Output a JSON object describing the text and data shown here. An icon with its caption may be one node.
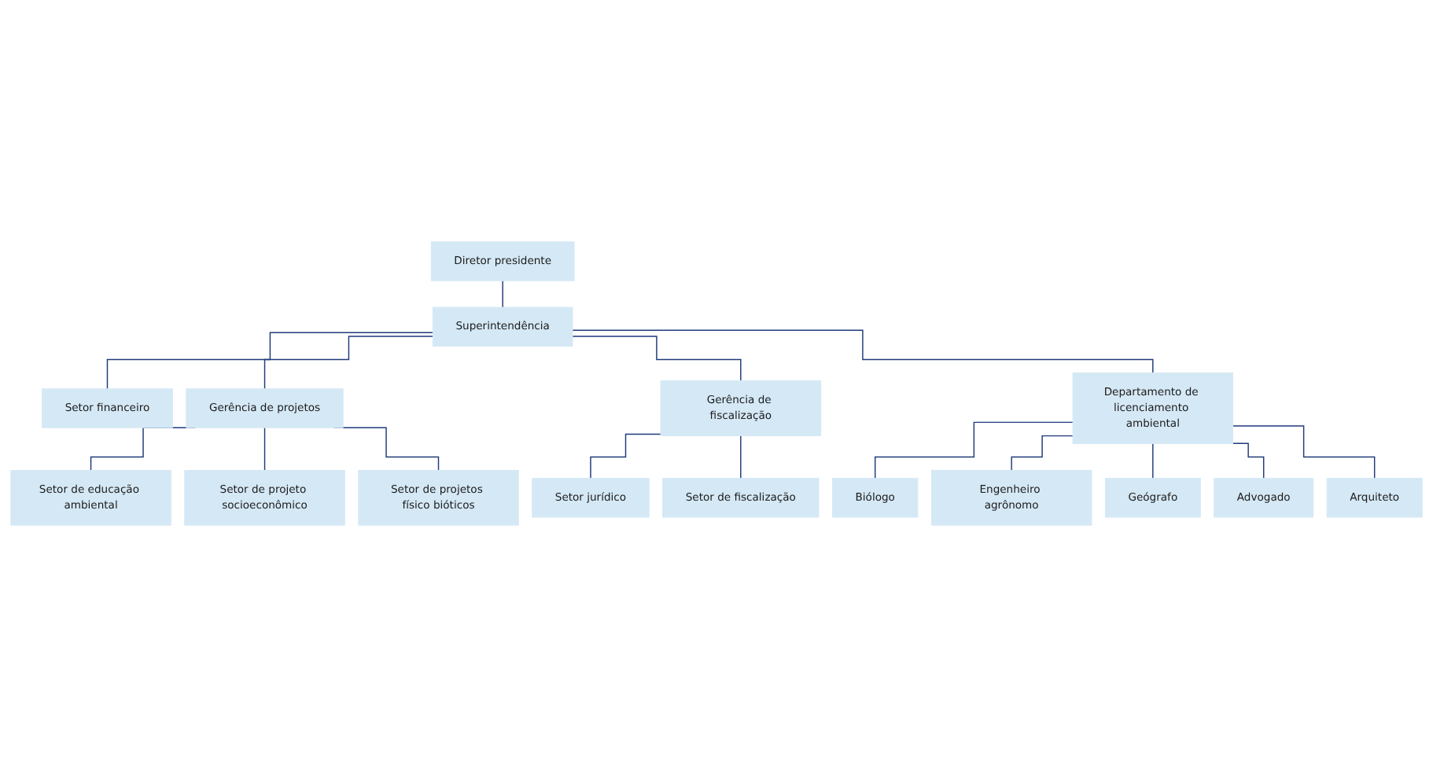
{
  "diagram": {
    "nodes": [
      {
        "text": [
          "Diretor presidente"
        ]
      },
      {
        "text": [
          "Superintendência"
        ]
      },
      {
        "text": [
          "Setor financeiro"
        ]
      },
      {
        "text": [
          "Gerência de projetos"
        ]
      },
      {
        "text": [
          "Gerência de fiscalização"
        ]
      },
      {
        "text": [
          "Departamento de licenciamento ambiental"
        ]
      },
      {
        "text": [
          "Setor de educação ambiental"
        ]
      },
      {
        "text": [
          "Setor de projeto socioeconômico"
        ]
      },
      {
        "text": [
          "Setor de projetos físico bióticos"
        ]
      },
      {
        "text": [
          "Setor jurídico"
        ]
      },
      {
        "text": [
          "Setor de fiscalização"
        ]
      },
      {
        "text": [
          "Biólogo"
        ]
      },
      {
        "text": [
          "Engenheiro agrônomo"
        ]
      },
      {
        "text": [
          "Geógrafo"
        ]
      },
      {
        "text": [
          "Advogado"
        ]
      },
      {
        "text": [
          "Arquiteto"
        ]
      }
    ],
    "edges": [
      {
        "from": 0,
        "to": 1,
        "arrow": "none"
      },
      {
        "from": 1,
        "to": 2,
        "arrow": "none"
      },
      {
        "from": 1,
        "to": 3,
        "arrow": "none"
      },
      {
        "from": 1,
        "to": 4,
        "arrow": "none"
      },
      {
        "from": 1,
        "to": 5,
        "arrow": "none"
      },
      {
        "from": 3,
        "to": 6,
        "arrow": "none"
      },
      {
        "from": 3,
        "to": 7,
        "arrow": "none"
      },
      {
        "from": 3,
        "to": 8,
        "arrow": "none"
      },
      {
        "from": 4,
        "to": 9,
        "arrow": "none"
      },
      {
        "from": 4,
        "to": 10,
        "arrow": "none"
      },
      {
        "from": 5,
        "to": 11,
        "arrow": "none"
      },
      {
        "from": 5,
        "to": 12,
        "arrow": "none"
      },
      {
        "from": 5,
        "to": 13,
        "arrow": "none"
      },
      {
        "from": 5,
        "to": 14,
        "arrow": "none"
      },
      {
        "from": 5,
        "to": 15,
        "arrow": "none"
      }
    ]
  }
}
